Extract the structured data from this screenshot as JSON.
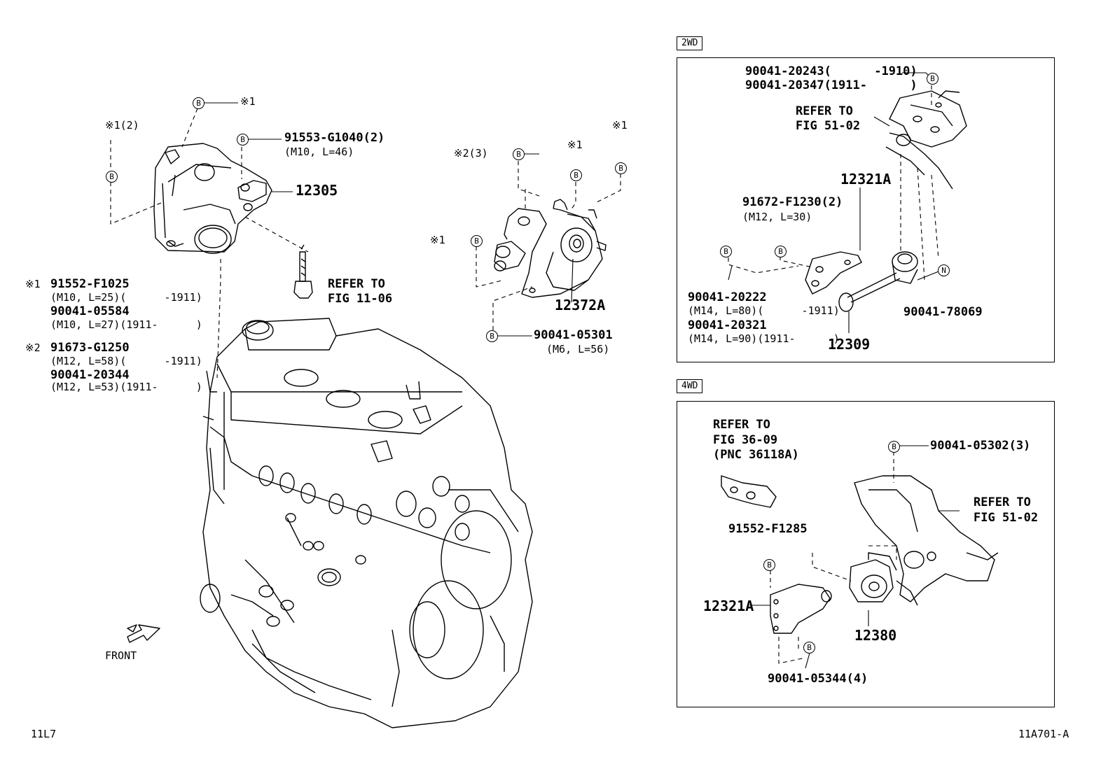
{
  "markers": {
    "b": "B",
    "n": "N"
  },
  "main": {
    "star1_top": "※1",
    "star1_2": "※1(2)",
    "pn_91553": "91553-G1040(2)",
    "pn_91553_spec": "(M10, L=46)",
    "pn_12305": "12305",
    "refer_1106_a": "REFER TO",
    "refer_1106_b": "FIG 11-06",
    "star2_3": "※2(3)",
    "star1_mid": "※1",
    "star1_right": "※1",
    "star1_left": "※1",
    "pn_12372a": "12372A",
    "pn_05301": "90041-05301",
    "pn_05301_spec": "(M6, L=56)",
    "front": "FRONT"
  },
  "legend": {
    "s1": "※1",
    "s1_a": "91552-F1025",
    "s1_a_spec": "(M10, L=25)(      -1911)",
    "s1_b": "90041-05584",
    "s1_b_spec": "(M10, L=27)(1911-      )",
    "s2": "※2",
    "s2_a": "91673-G1250",
    "s2_a_spec": "(M12, L=58)(      -1911)",
    "s2_b": "90041-20344",
    "s2_b_spec": "(M12, L=53)(1911-      )"
  },
  "box2wd": {
    "tag": "2WD",
    "pn_20243": "90041-20243(      -1910)",
    "pn_20347": "90041-20347(1911-      )",
    "refer_a": "REFER TO",
    "refer_b": "FIG 51-02",
    "pn_12321a": "12321A",
    "pn_91672": "91672-F1230(2)",
    "pn_91672_spec": "(M12, L=30)",
    "pn_20222": "90041-20222",
    "pn_20222_spec": "(M14, L=80)(      -1911)",
    "pn_20321": "90041-20321",
    "pn_20321_spec": "(M14, L=90)(1911-      )",
    "pn_12309": "12309",
    "pn_78069": "90041-78069"
  },
  "box4wd": {
    "tag": "4WD",
    "refer_a": "REFER TO",
    "refer_b": "FIG 36-09",
    "refer_c": "(PNC 36118A)",
    "pn_05302": "90041-05302(3)",
    "refer2_a": "REFER TO",
    "refer2_b": "FIG 51-02",
    "pn_91552": "91552-F1285",
    "pn_12321a": "12321A",
    "pn_12380": "12380",
    "pn_05344": "90041-05344(4)"
  },
  "footer": {
    "left": "11L7",
    "right": "11A701-A"
  }
}
